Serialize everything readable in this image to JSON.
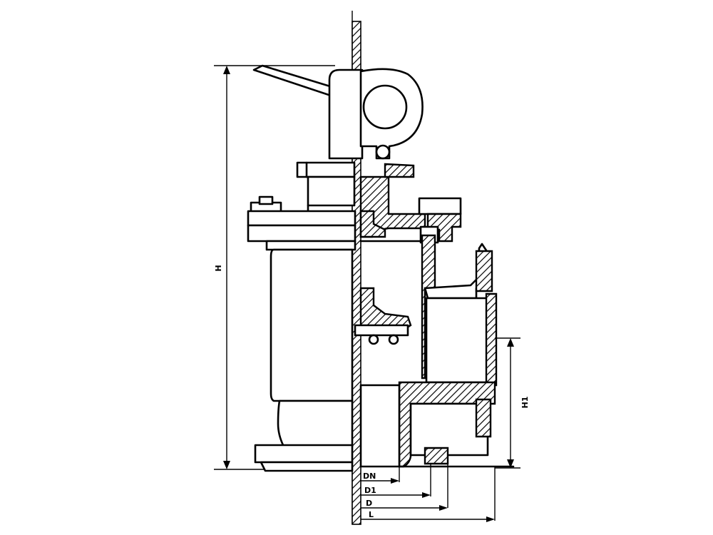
{
  "drawing": {
    "dimensions": {
      "H": "H",
      "H1": "H1",
      "DN": "DN",
      "D1": "D1",
      "D": "D",
      "L": "L"
    }
  }
}
